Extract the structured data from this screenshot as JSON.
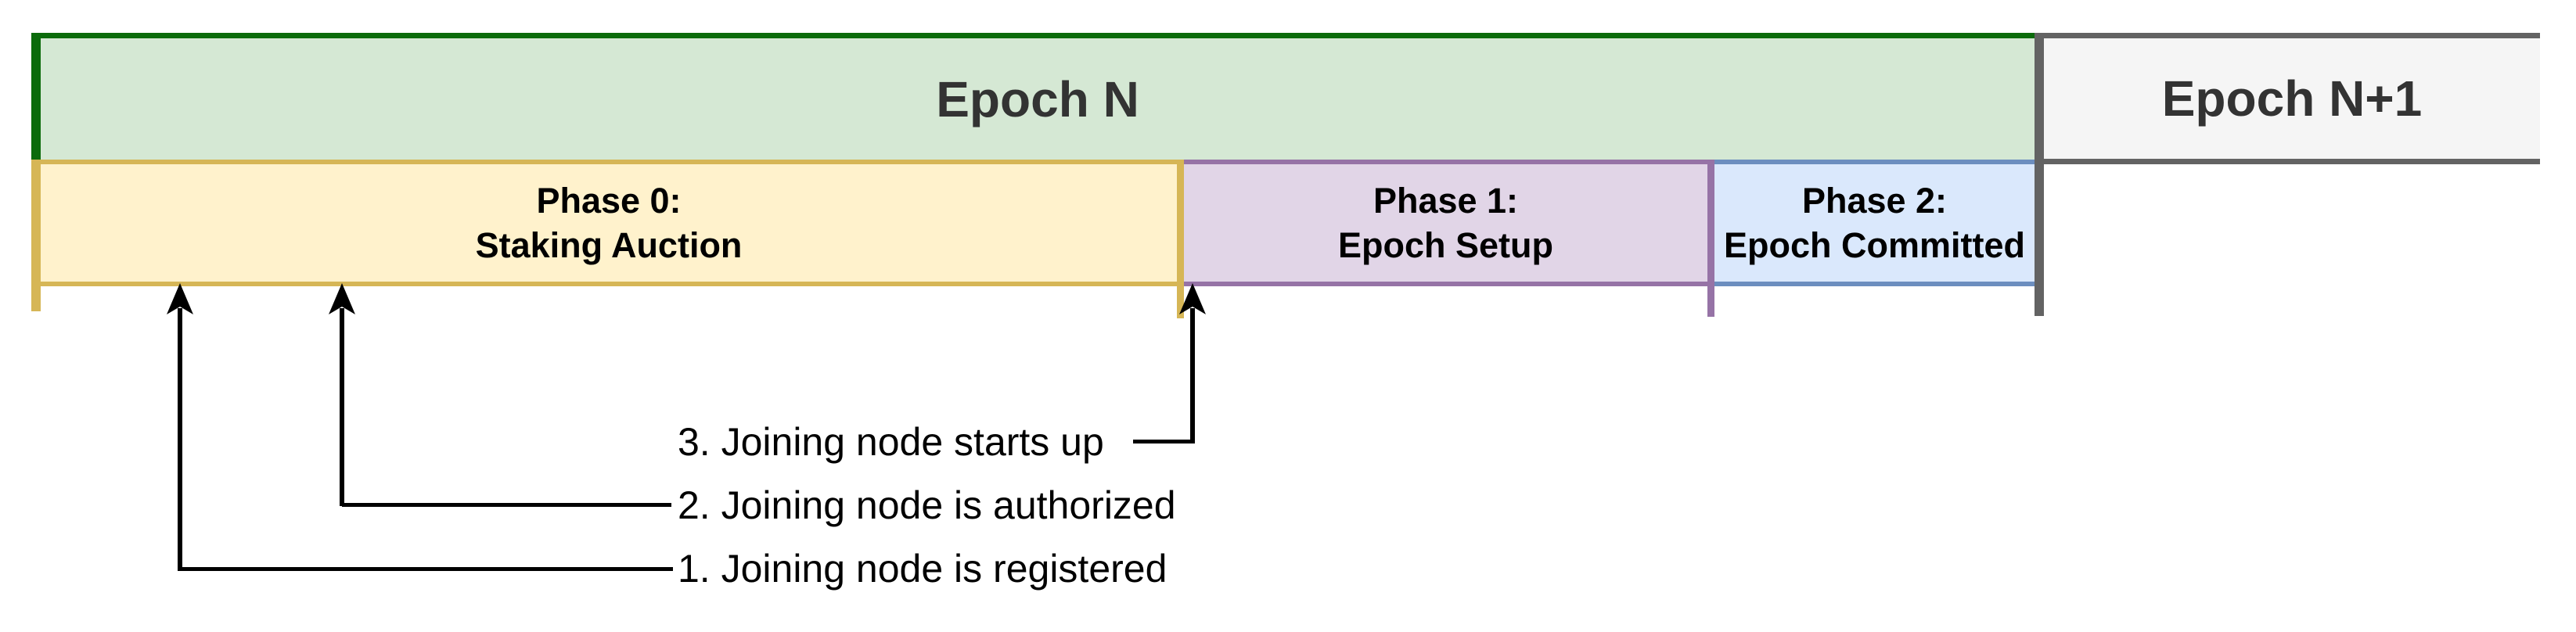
{
  "diagram": {
    "epochs": [
      {
        "label": "Epoch N"
      },
      {
        "label": "Epoch N+1"
      }
    ],
    "phases": [
      {
        "title": "Phase 0:",
        "subtitle": "Staking Auction"
      },
      {
        "title": "Phase 1:",
        "subtitle": "Epoch Setup"
      },
      {
        "title": "Phase 2:",
        "subtitle": "Epoch Committed"
      }
    ],
    "events": [
      {
        "label": "1. Joining node is registered"
      },
      {
        "label": "2. Joining node is authorized"
      },
      {
        "label": "3. Joining node starts up"
      }
    ],
    "colors": {
      "greenFill": "#d5e8d4",
      "greenStroke": "#0b6b0b",
      "yellowFill": "#fff2cc",
      "yellowStroke": "#d6b656",
      "purpleFill": "#e1d5e7",
      "purpleStroke": "#9673a6",
      "blueFill": "#dae8fc",
      "blueStroke": "#6c8ebf",
      "grayFill": "#f5f5f5",
      "grayStroke": "#636363",
      "epochText": "#333333",
      "ink": "#000000"
    }
  }
}
